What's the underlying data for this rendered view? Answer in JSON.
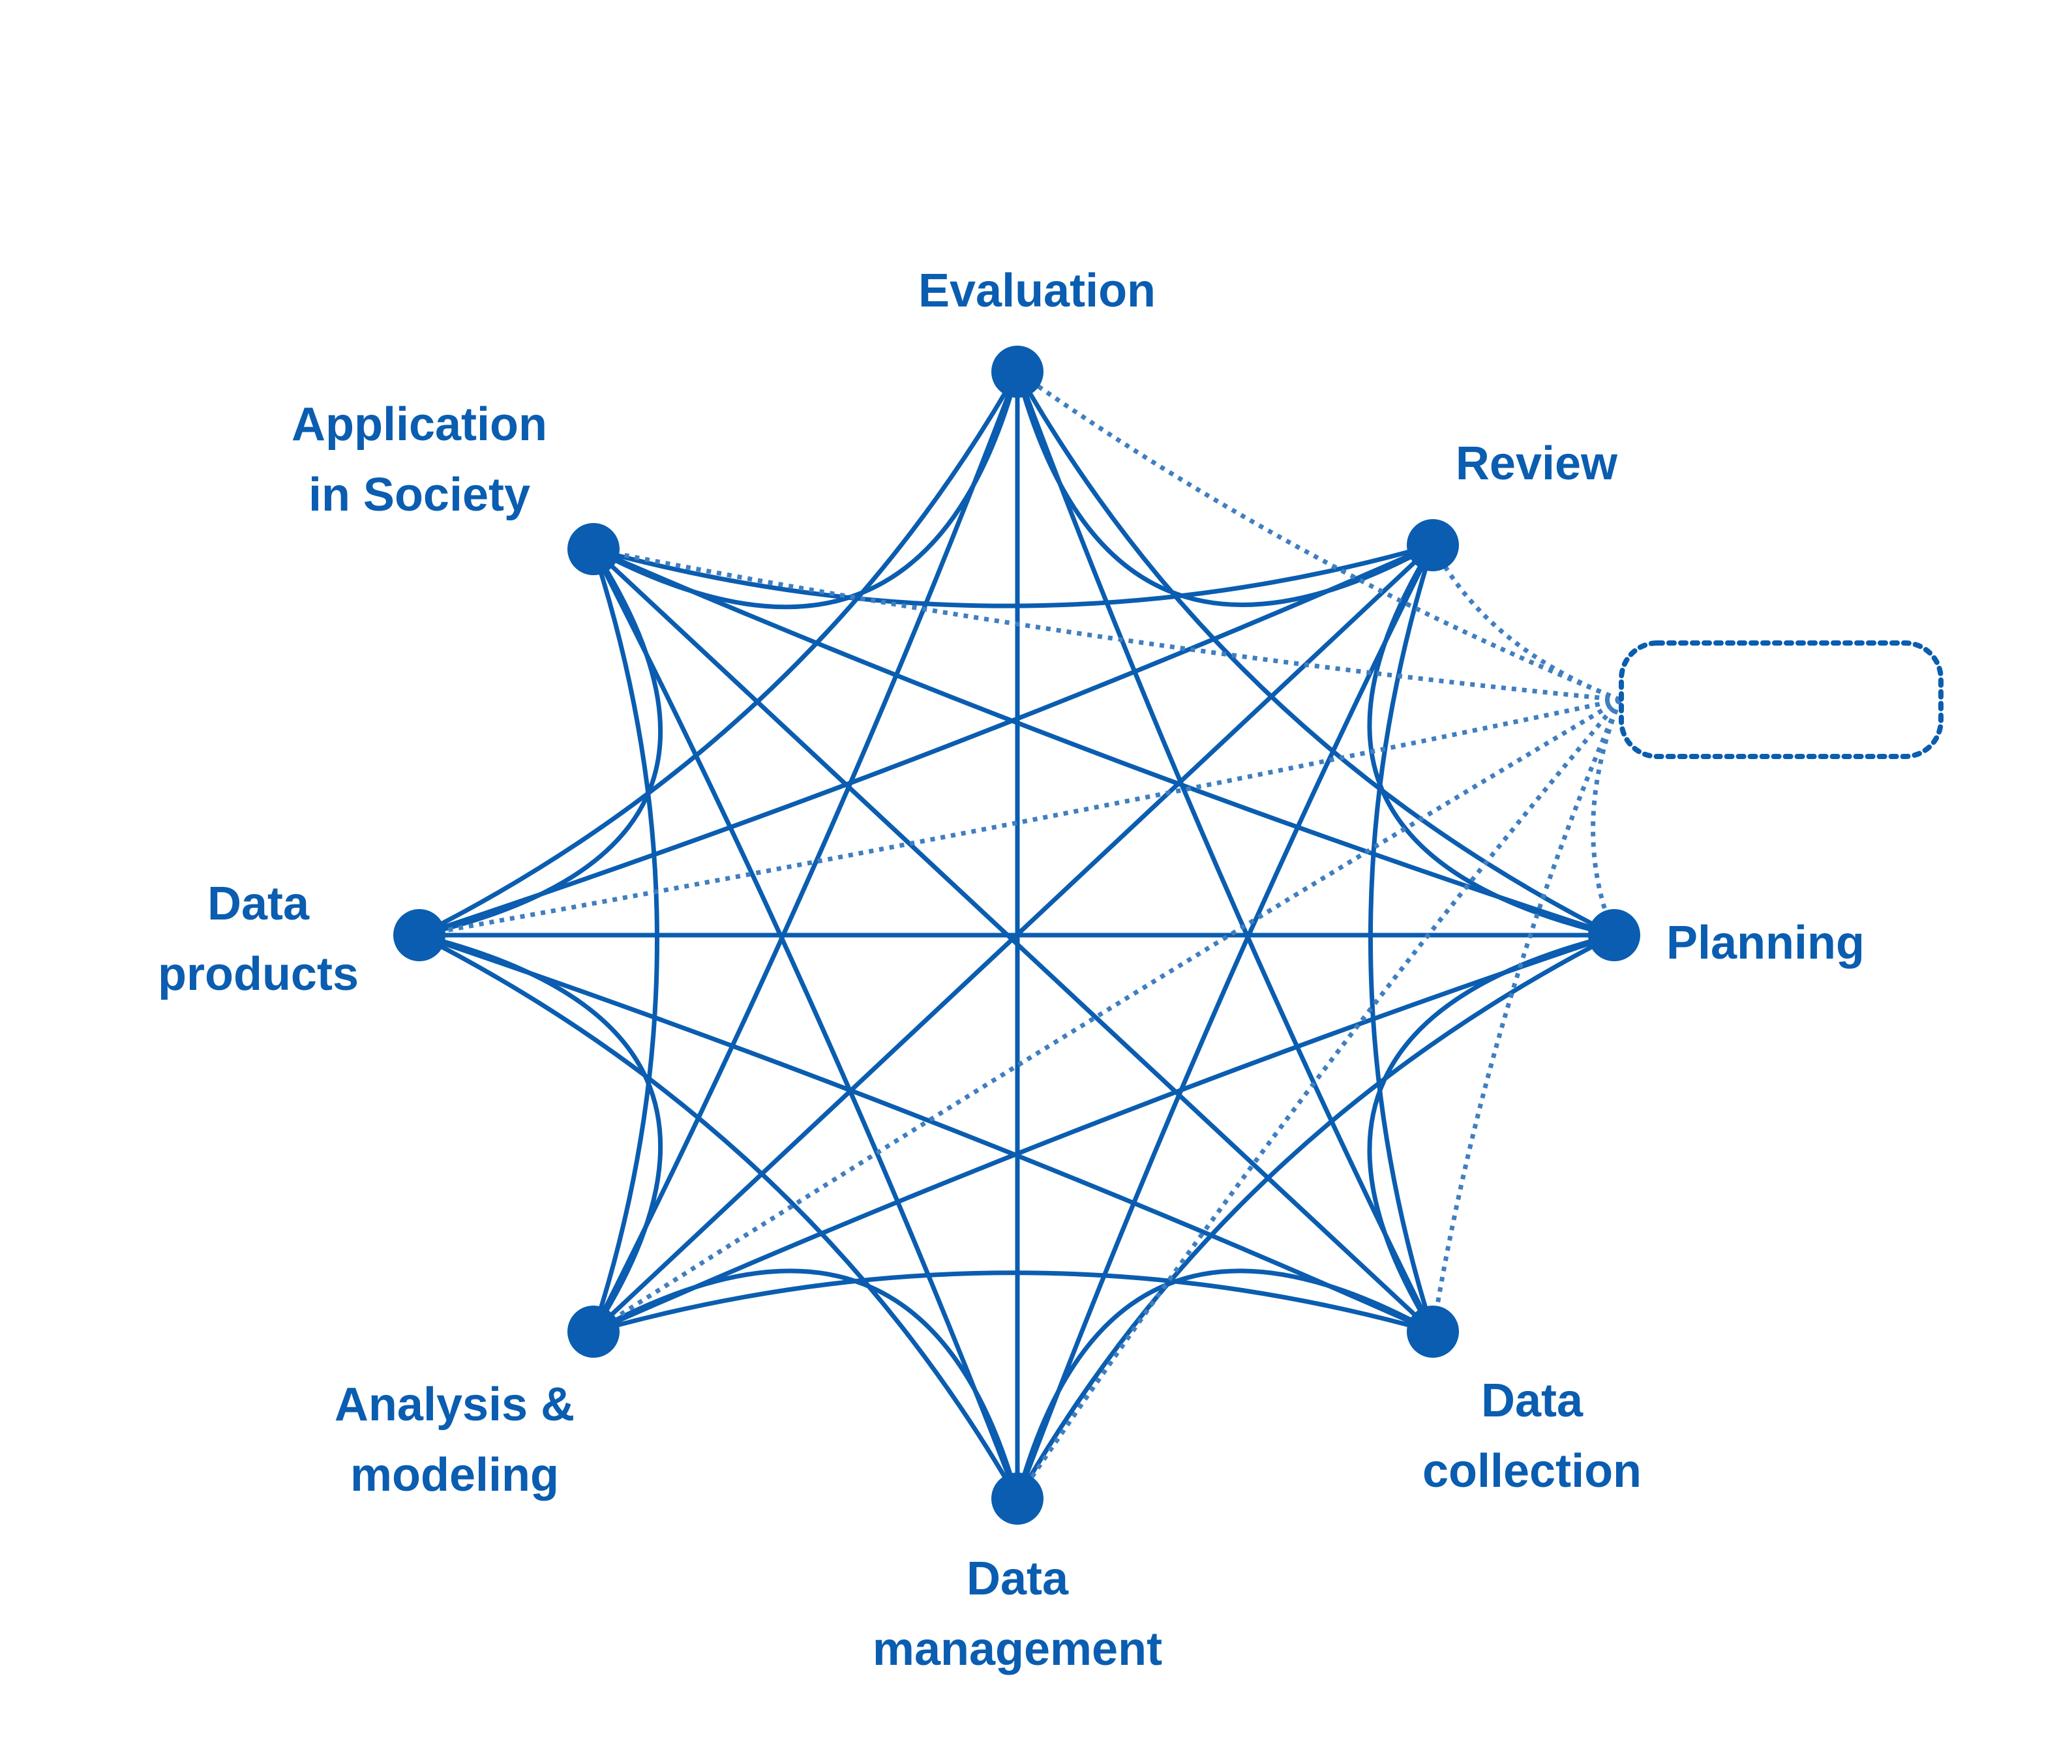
{
  "diagram": {
    "nodes": [
      {
        "id": "evaluation",
        "label_lines": [
          "Evaluation"
        ]
      },
      {
        "id": "review",
        "label_lines": [
          "Review"
        ]
      },
      {
        "id": "planning",
        "label_lines": [
          "Planning"
        ]
      },
      {
        "id": "data-collection",
        "label_lines": [
          "Data",
          "collection"
        ]
      },
      {
        "id": "data-management",
        "label_lines": [
          "Data",
          "management"
        ]
      },
      {
        "id": "analysis-modeling",
        "label_lines": [
          "Analysis &",
          "modeling"
        ]
      },
      {
        "id": "data-products",
        "label_lines": [
          "Data",
          "products"
        ]
      },
      {
        "id": "application-society",
        "label_lines": [
          "Application",
          "in Society"
        ]
      }
    ],
    "placeholder_box_text": "",
    "colors": {
      "primary": "#0a5db0",
      "dotted": "#3f7fc0"
    }
  }
}
